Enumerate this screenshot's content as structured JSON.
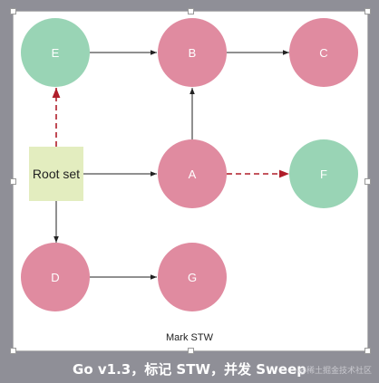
{
  "diagram": {
    "caption": "Mark STW",
    "root": {
      "label": "Root set"
    },
    "nodes": [
      {
        "id": "E",
        "label": "E",
        "color": "#99d4b5"
      },
      {
        "id": "B",
        "label": "B",
        "color": "#e08ba0"
      },
      {
        "id": "C",
        "label": "C",
        "color": "#e08ba0"
      },
      {
        "id": "A",
        "label": "A",
        "color": "#e08ba0"
      },
      {
        "id": "F",
        "label": "F",
        "color": "#99d4b5"
      },
      {
        "id": "D",
        "label": "D",
        "color": "#e08ba0"
      },
      {
        "id": "G",
        "label": "G",
        "color": "#e08ba0"
      }
    ],
    "edges": [
      {
        "from": "E",
        "to": "B",
        "style": "solid"
      },
      {
        "from": "B",
        "to": "C",
        "style": "solid"
      },
      {
        "from": "A",
        "to": "B",
        "style": "solid"
      },
      {
        "from": "Root",
        "to": "A",
        "style": "solid"
      },
      {
        "from": "Root",
        "to": "E",
        "style": "dashed"
      },
      {
        "from": "Root",
        "to": "D",
        "style": "solid"
      },
      {
        "from": "A",
        "to": "F",
        "style": "dashed"
      },
      {
        "from": "D",
        "to": "G",
        "style": "solid"
      }
    ],
    "colors": {
      "root_fill": "#e3edbf",
      "solid_edge": "#222222",
      "dashed_edge": "#b01e2a"
    }
  },
  "footer": {
    "title": "Go v1.3，标记 STW，并发 Sweep",
    "watermark": "@稀土掘金技术社区"
  }
}
